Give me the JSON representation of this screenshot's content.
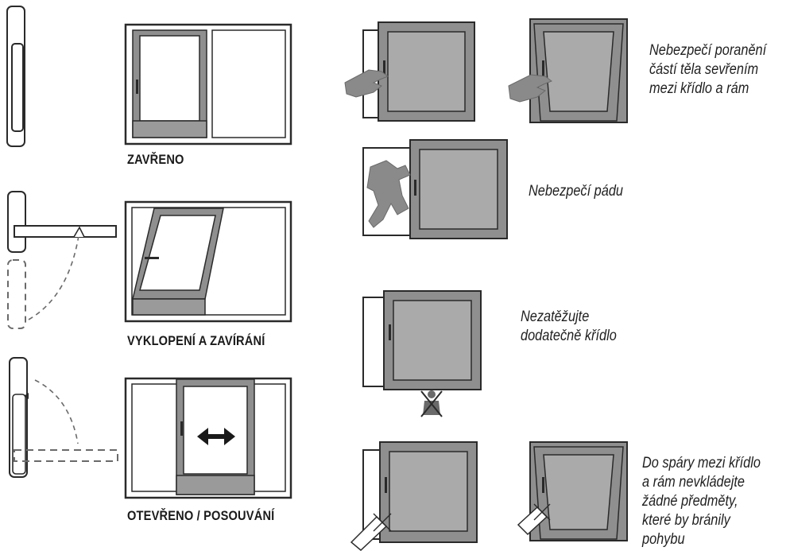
{
  "modes": [
    {
      "id": "closed",
      "label": "ZAVŘENO"
    },
    {
      "id": "tilt",
      "label": "VYKLOPENÍ A ZAVÍRÁNÍ"
    },
    {
      "id": "open",
      "label": "OTEVŘENO / POSOUVÁNÍ"
    }
  ],
  "warnings": [
    {
      "id": "pinch",
      "lines": [
        "Nebezpečí poranění",
        "částí těla sevřením",
        "mezi křídlo a rám"
      ]
    },
    {
      "id": "fall",
      "lines": [
        "Nebezpečí pádu"
      ]
    },
    {
      "id": "load",
      "lines": [
        "Nezatěžujte",
        "dodatečně křídlo"
      ]
    },
    {
      "id": "objects",
      "lines": [
        "Do spáry mezi křídlo",
        "a rám nevkládejte",
        "žádné předměty,",
        "které by bránily",
        "pohybu"
      ]
    }
  ],
  "colors": {
    "line": "#2a2a2a",
    "sash_frame": "#8a8a8a",
    "glass": "#a9a9a9",
    "bottom_rail": "#9a9a9a",
    "dashed": "#6a6a6a"
  }
}
